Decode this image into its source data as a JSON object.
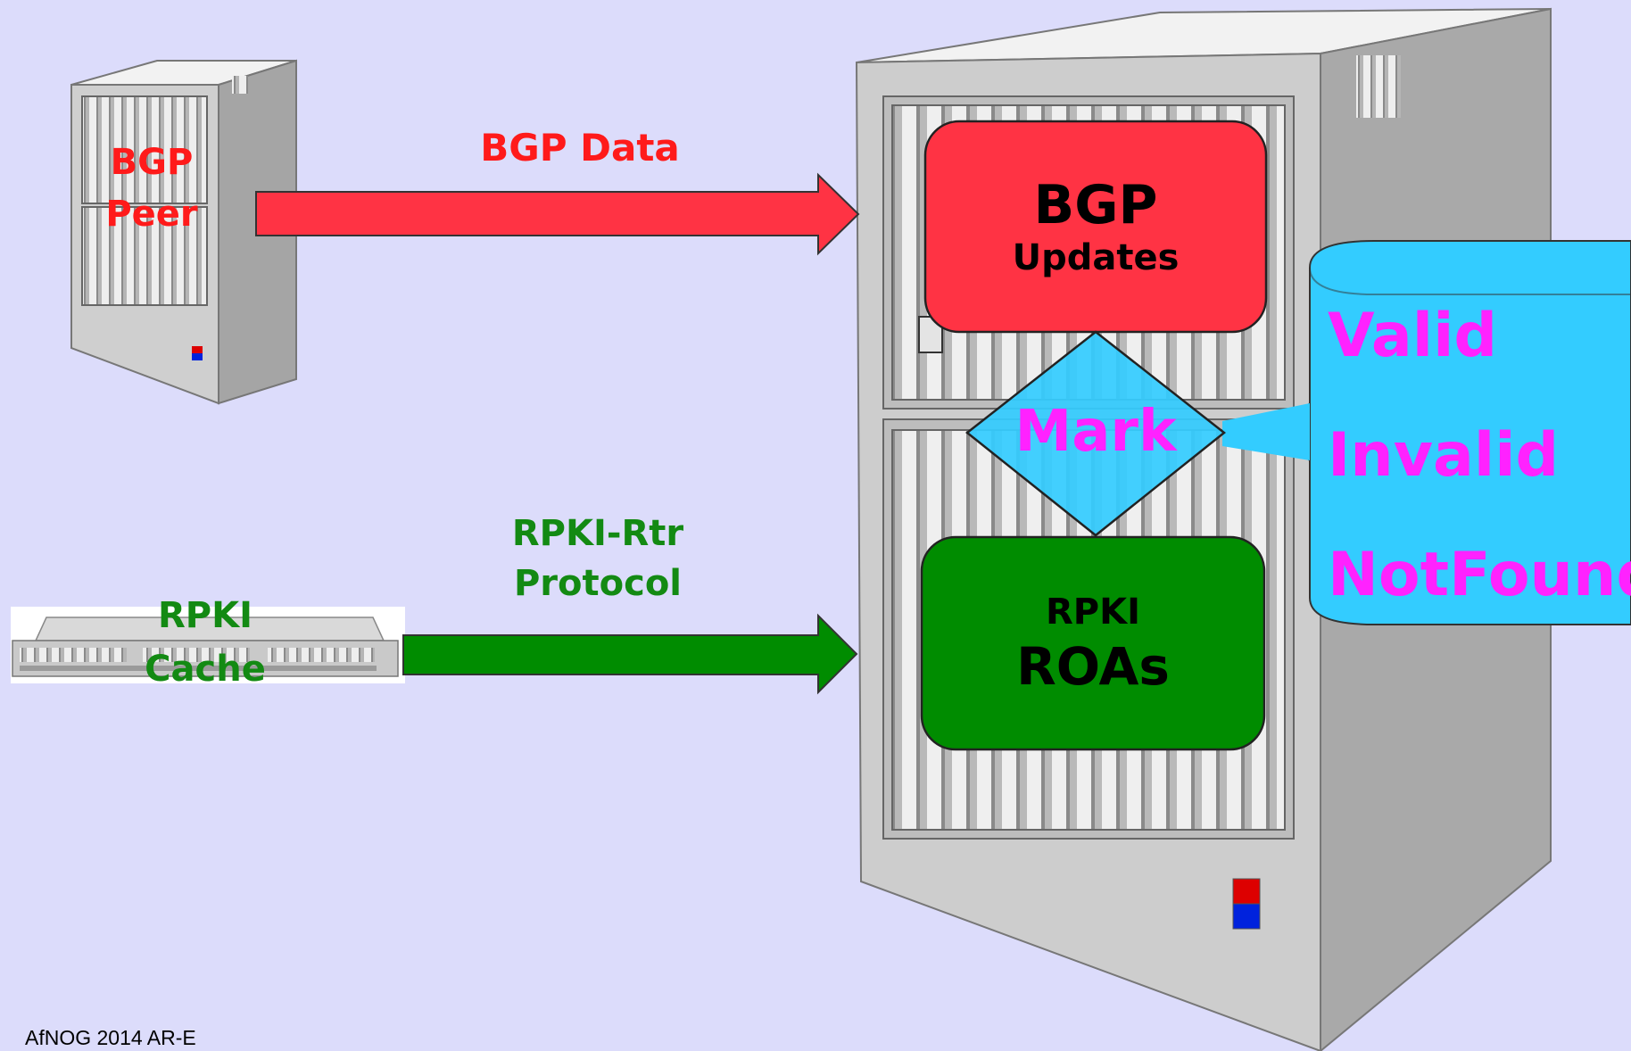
{
  "colors": {
    "background": "#dcdcfb",
    "bgp_red": "#ff3344",
    "rpki_green": "#008c00",
    "label_red": "#ff1a1a",
    "label_green": "#138a13",
    "mark_magenta": "#ff22ff",
    "cylinder_cyan": "#33ccff"
  },
  "peer": {
    "line1": "BGP",
    "line2": "Peer",
    "icon": "tower-server-icon"
  },
  "cache": {
    "line1": "RPKI",
    "line2": "Cache",
    "icon": "rack-server-icon"
  },
  "arrows": {
    "bgp_label": "BGP Data",
    "rtr_line1": "RPKI-Rtr",
    "rtr_line2": "Protocol"
  },
  "router": {
    "icon": "router-server-icon",
    "bgp_box": {
      "line1": "BGP",
      "line2": "Updates"
    },
    "rpki_box": {
      "line1": "RPKI",
      "line2": "ROAs"
    },
    "mark": "Mark"
  },
  "states": [
    "Valid",
    "Invalid",
    "NotFound"
  ],
  "footer": "AfNOG 2014 AR-E"
}
